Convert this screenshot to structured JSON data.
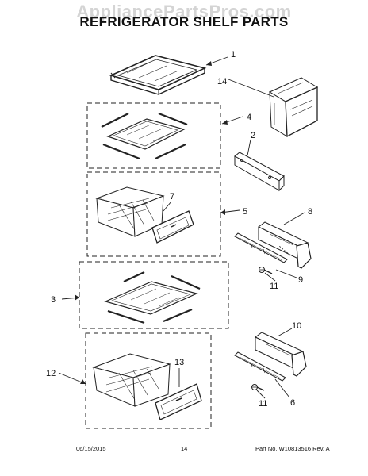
{
  "watermark": "AppliancePartsPros.com",
  "title": "REFRIGERATOR SHELF PARTS",
  "callouts": {
    "c1": "1",
    "c2": "2",
    "c3": "3",
    "c4": "4",
    "c5": "5",
    "c6": "6",
    "c7": "7",
    "c8": "8",
    "c9": "9",
    "c10": "10",
    "c11a": "11",
    "c11b": "11",
    "c12": "12",
    "c13": "13",
    "c14": "14"
  },
  "footer": {
    "date": "06/15/2015",
    "page": "14",
    "part_no": "Part No. W10813516  Rev. A"
  }
}
